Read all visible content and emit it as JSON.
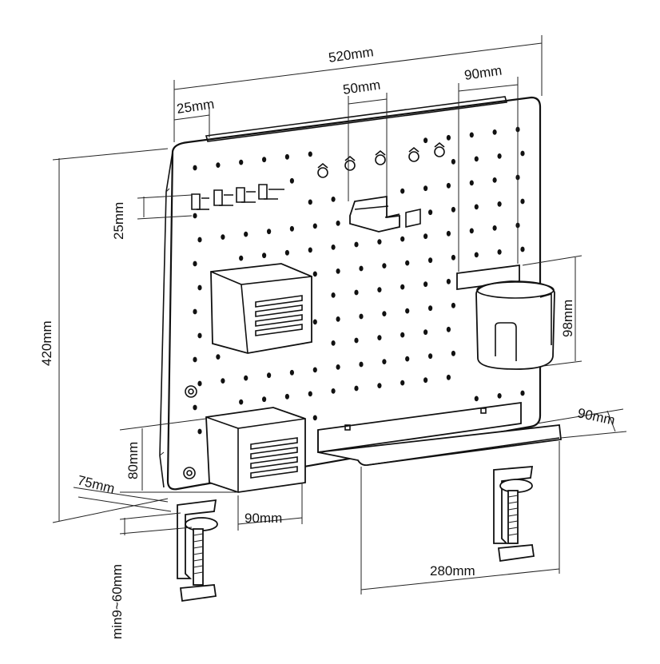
{
  "figure": {
    "description_labels": {
      "width_overall": "520mm",
      "height_overall": "420mm",
      "hook_spacing": "25mm",
      "hook_height": "25mm",
      "holder_width": "50mm",
      "cup_holder_width": "90mm",
      "cup_holder_height": "98mm",
      "shelf_depth": "90mm",
      "box_height": "80mm",
      "box_depth": "75mm",
      "box_width": "90mm",
      "shelf_length": "280mm",
      "clamp_range": "min9~60mm"
    },
    "line_color": "#111111",
    "background_color": "#ffffff"
  }
}
